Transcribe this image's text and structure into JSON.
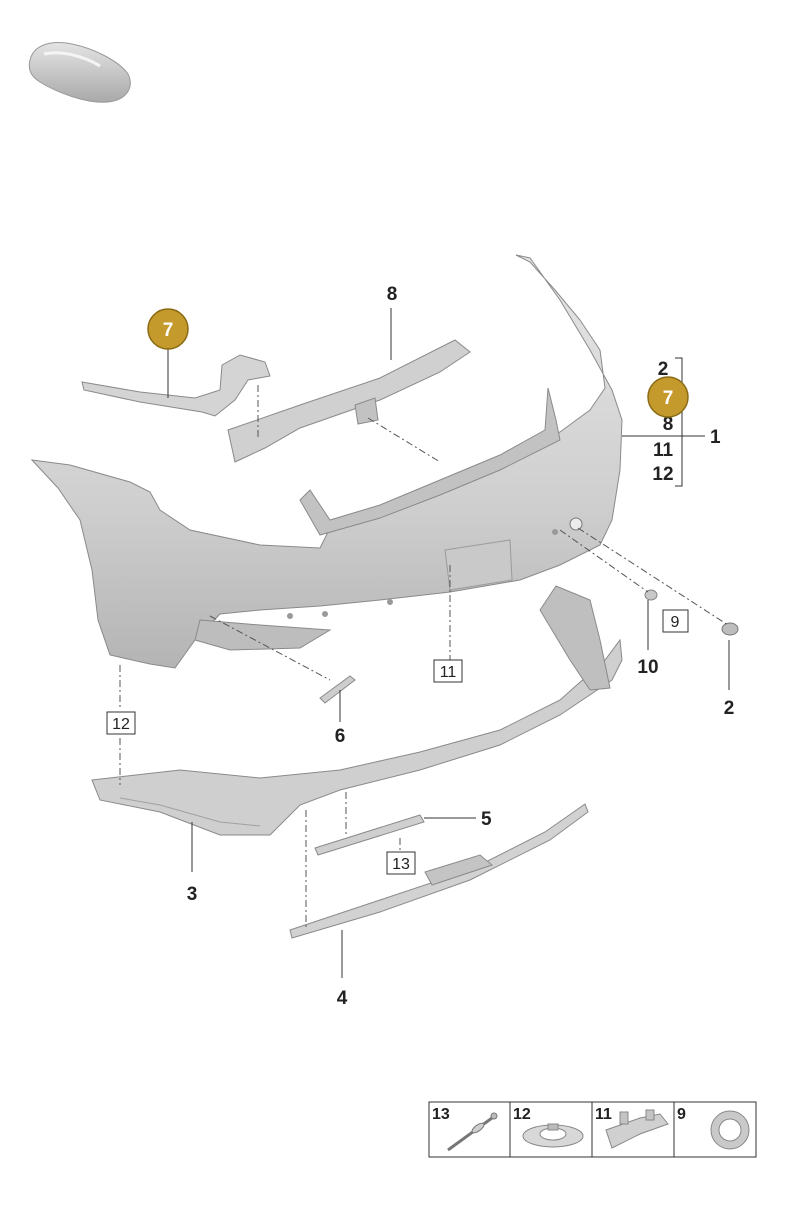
{
  "colors": {
    "badge": "#c59a2c",
    "badge_stroke": "#8a6a14",
    "part_fill": "#d6d6d6",
    "part_shade": "#b8b8b8",
    "line": "#333333"
  },
  "icons": {
    "vehicle": "car-silhouette-icon",
    "legend_13": "push-rivet-icon",
    "legend_12": "clip-ring-icon",
    "legend_11": "bracket-icon",
    "legend_9": "grommet-icon"
  },
  "callouts": {
    "c8": "8",
    "c1": "1",
    "c2_group": "2",
    "c8_group": "8",
    "c11_group": "11",
    "c12_group": "12",
    "c2": "2",
    "c3": "3",
    "c4": "4",
    "c5": "5",
    "c6": "6",
    "c10": "10"
  },
  "badges": {
    "left": "7",
    "right": "7"
  },
  "boxed": {
    "b9": "9",
    "b11": "11",
    "b12": "12",
    "b13": "13"
  },
  "legend": [
    {
      "num": "13",
      "icon": "push-rivet-icon"
    },
    {
      "num": "12",
      "icon": "clip-ring-icon"
    },
    {
      "num": "11",
      "icon": "bracket-icon"
    },
    {
      "num": "9",
      "icon": "grommet-icon"
    }
  ]
}
